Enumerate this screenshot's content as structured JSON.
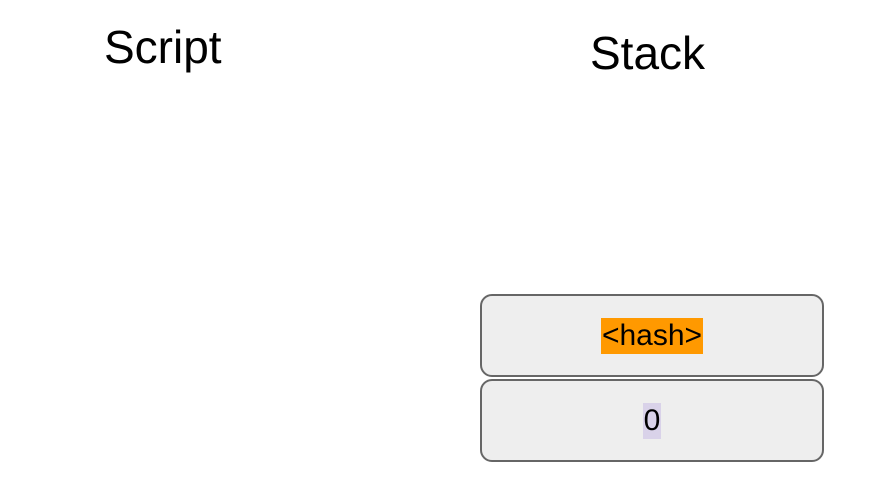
{
  "script": {
    "title": "Script",
    "items": []
  },
  "stack": {
    "title": "Stack",
    "items": [
      {
        "label": "<hash>",
        "highlight": "#ff9900"
      },
      {
        "label": "0",
        "highlight": "#d9d2e9"
      }
    ]
  }
}
